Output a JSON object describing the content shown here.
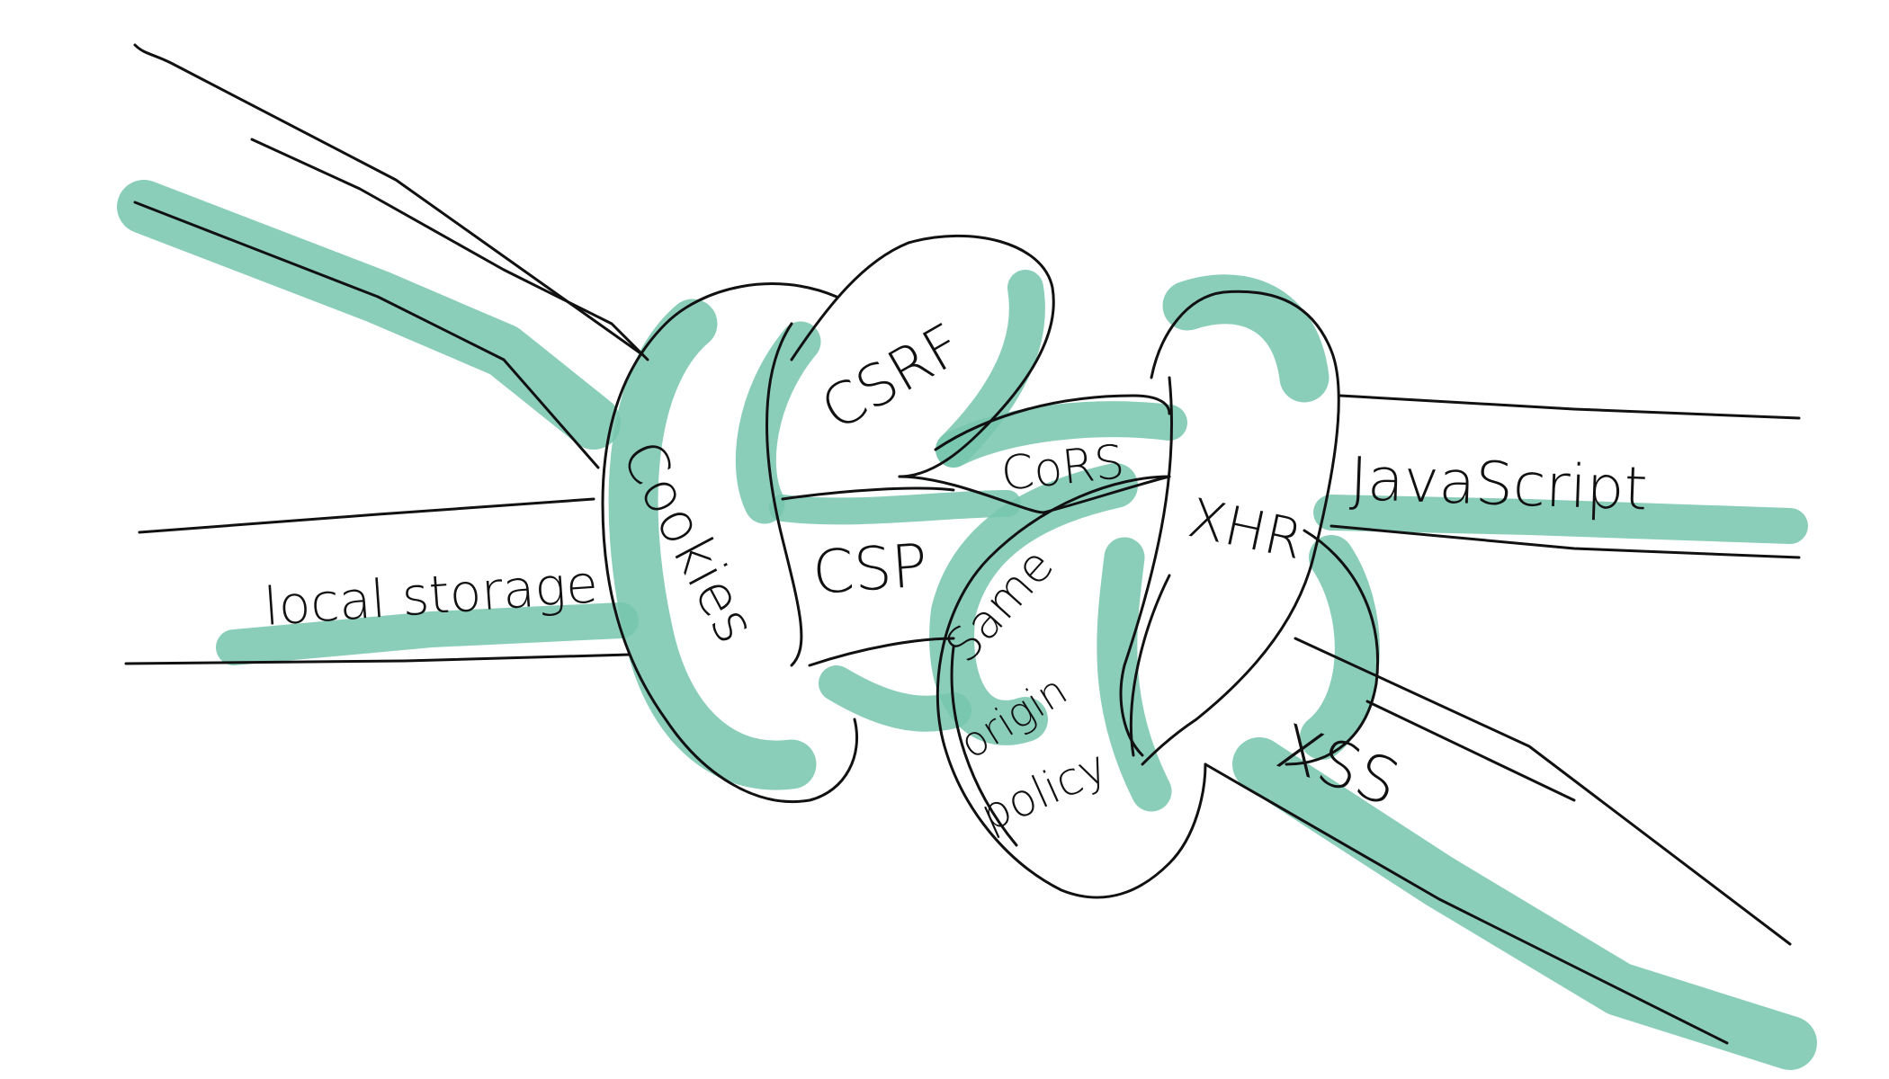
{
  "colors": {
    "rope_fill": "#76C6AD",
    "outline": "#111111",
    "background": "#FFFFFF"
  },
  "labels": {
    "local_storage": "local storage",
    "cookies": "Cookies",
    "csrf": "CSRF",
    "csp": "CSP",
    "cors": "CoRS",
    "same": "Same",
    "origin": "origin",
    "policy": "policy",
    "xhr": "XHR",
    "javascript": "JavaScript",
    "xss": "XSS"
  }
}
